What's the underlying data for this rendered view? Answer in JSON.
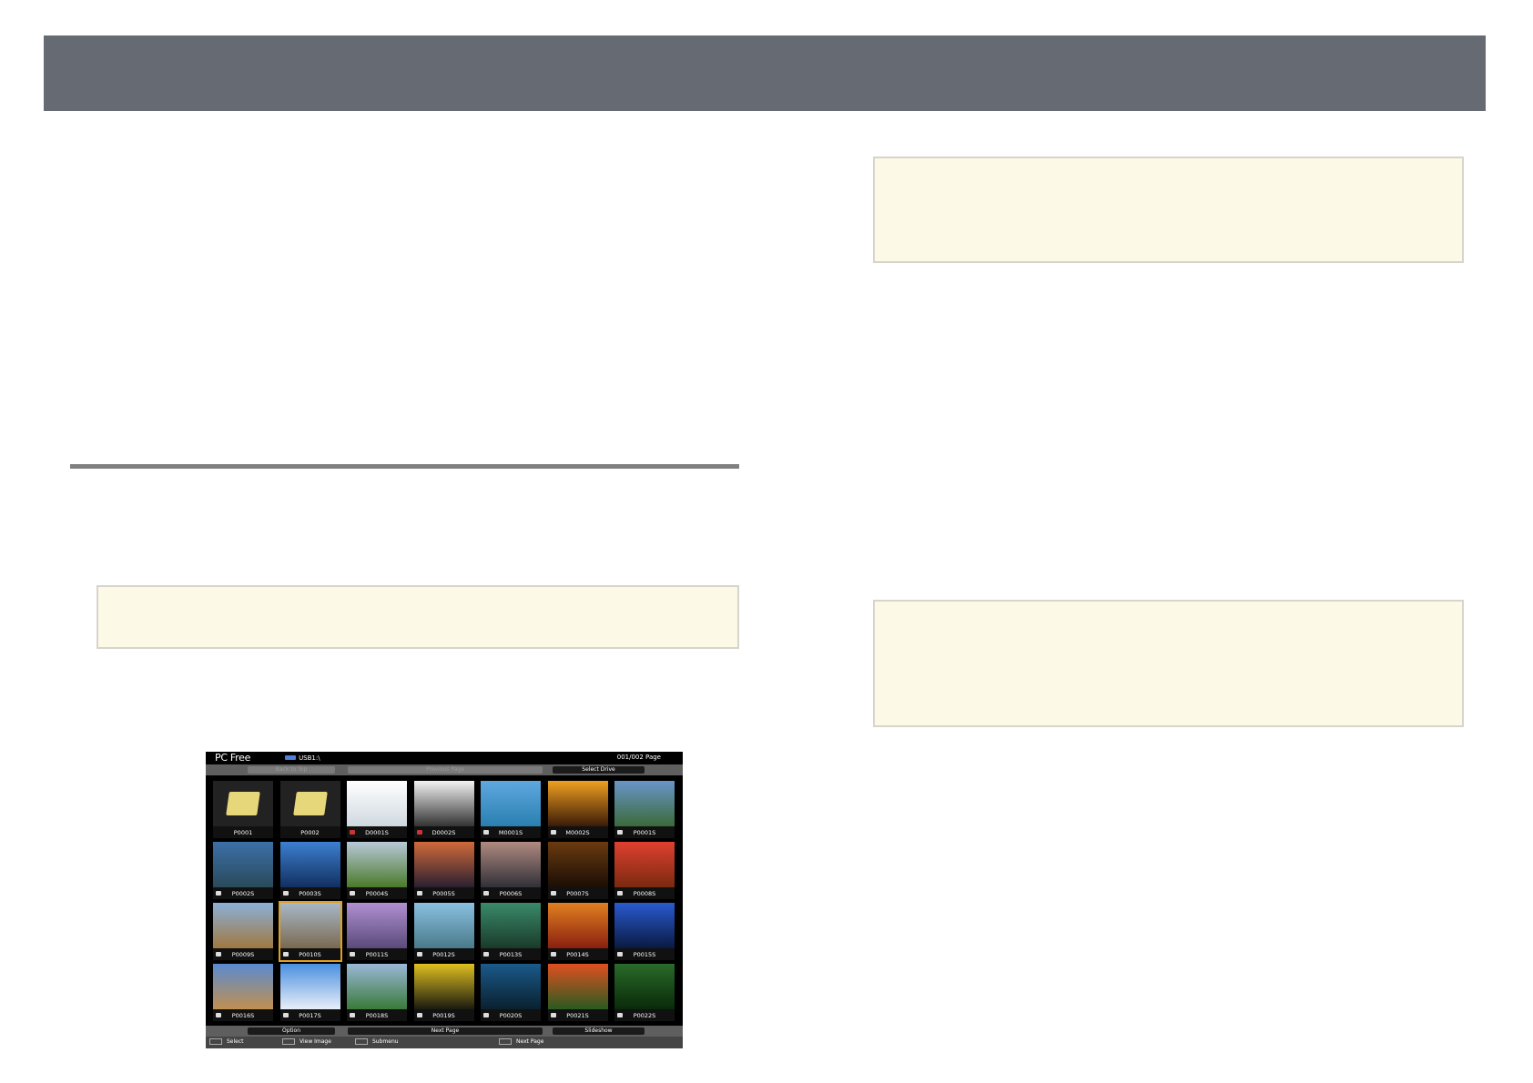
{
  "pcfree": {
    "title": "PC Free",
    "drive_label": "USB1:\\",
    "page_indicator": "001/002 Page",
    "menu": {
      "back_to_top": "Back to Top",
      "previous_page": "Previous Page",
      "select_drive": "Select Drive"
    },
    "bottom": {
      "option": "Option",
      "next_page": "Next Page",
      "slideshow": "Slideshow"
    },
    "help": [
      {
        "key": "select-key",
        "label": "Select"
      },
      {
        "key": "enter-key",
        "label": "View Image"
      },
      {
        "key": "esc-key",
        "label": "Submenu"
      },
      {
        "key": "page-key",
        "label": "Next Page"
      }
    ],
    "tiles": [
      {
        "label": "P0001",
        "kind": "folder",
        "colors": [
          "#222222",
          "#222222"
        ]
      },
      {
        "label": "P0002",
        "kind": "folder",
        "colors": [
          "#222222",
          "#222222"
        ]
      },
      {
        "label": "D0001S",
        "kind": "doc",
        "colors": [
          "#ffffff",
          "#cfd8e0"
        ]
      },
      {
        "label": "D0002S",
        "kind": "doc",
        "colors": [
          "#f2f2f2",
          "#333333"
        ]
      },
      {
        "label": "M0001S",
        "kind": "movie",
        "colors": [
          "#5ea8e0",
          "#2a7fb0"
        ]
      },
      {
        "label": "M0002S",
        "kind": "movie",
        "colors": [
          "#f0a020",
          "#3a1a08"
        ]
      },
      {
        "label": "P0001S",
        "kind": "photo",
        "colors": [
          "#6a95c9",
          "#3b6a3a"
        ]
      },
      {
        "label": "P0002S",
        "kind": "photo",
        "colors": [
          "#3c6fa8",
          "#2a4a5a"
        ]
      },
      {
        "label": "P0003S",
        "kind": "photo",
        "colors": [
          "#3d7fd0",
          "#123060"
        ]
      },
      {
        "label": "P0004S",
        "kind": "photo",
        "colors": [
          "#b8c8d8",
          "#4a7a2a"
        ]
      },
      {
        "label": "P0005S",
        "kind": "photo",
        "colors": [
          "#d06a3a",
          "#2a2030"
        ]
      },
      {
        "label": "P0006S",
        "kind": "photo",
        "colors": [
          "#b08a80",
          "#303038"
        ]
      },
      {
        "label": "P0007S",
        "kind": "photo",
        "colors": [
          "#6a3a10",
          "#1a0e04"
        ]
      },
      {
        "label": "P0008S",
        "kind": "photo",
        "colors": [
          "#e04030",
          "#7a2a10"
        ]
      },
      {
        "label": "P0009S",
        "kind": "photo",
        "colors": [
          "#8ab0d8",
          "#a07840"
        ]
      },
      {
        "label": "P0010S",
        "kind": "photo",
        "colors": [
          "#a8b8c8",
          "#7a6a50"
        ]
      },
      {
        "label": "P0011S",
        "kind": "photo",
        "colors": [
          "#b090d0",
          "#5a4a7a"
        ]
      },
      {
        "label": "P0012S",
        "kind": "photo",
        "colors": [
          "#8ac0e0",
          "#4a7a8a"
        ]
      },
      {
        "label": "P0013S",
        "kind": "photo",
        "colors": [
          "#3a8a6a",
          "#1a3a2a"
        ]
      },
      {
        "label": "P0014S",
        "kind": "photo",
        "colors": [
          "#e08020",
          "#8a2010"
        ]
      },
      {
        "label": "P0015S",
        "kind": "photo",
        "colors": [
          "#2a5ad0",
          "#0a1a40"
        ]
      },
      {
        "label": "P0016S",
        "kind": "photo",
        "colors": [
          "#5a8ad0",
          "#c09050"
        ]
      },
      {
        "label": "P0017S",
        "kind": "photo",
        "colors": [
          "#4a90e0",
          "#e8eef8"
        ]
      },
      {
        "label": "P0018S",
        "kind": "photo",
        "colors": [
          "#9ab8d8",
          "#3a7a3a"
        ]
      },
      {
        "label": "P0019S",
        "kind": "photo",
        "colors": [
          "#e0c020",
          "#1a1a10"
        ]
      },
      {
        "label": "P0020S",
        "kind": "photo",
        "colors": [
          "#1a5a8a",
          "#0a2030"
        ]
      },
      {
        "label": "P0021S",
        "kind": "photo",
        "colors": [
          "#e05020",
          "#2a5a20"
        ]
      },
      {
        "label": "P0022S",
        "kind": "photo",
        "colors": [
          "#2a6a2a",
          "#0a2a0a"
        ]
      }
    ],
    "selected_index": 15
  },
  "colors": {
    "header_bar": "#666a72",
    "note_bg": "#fdf9e7",
    "selection": "#e0a020"
  }
}
